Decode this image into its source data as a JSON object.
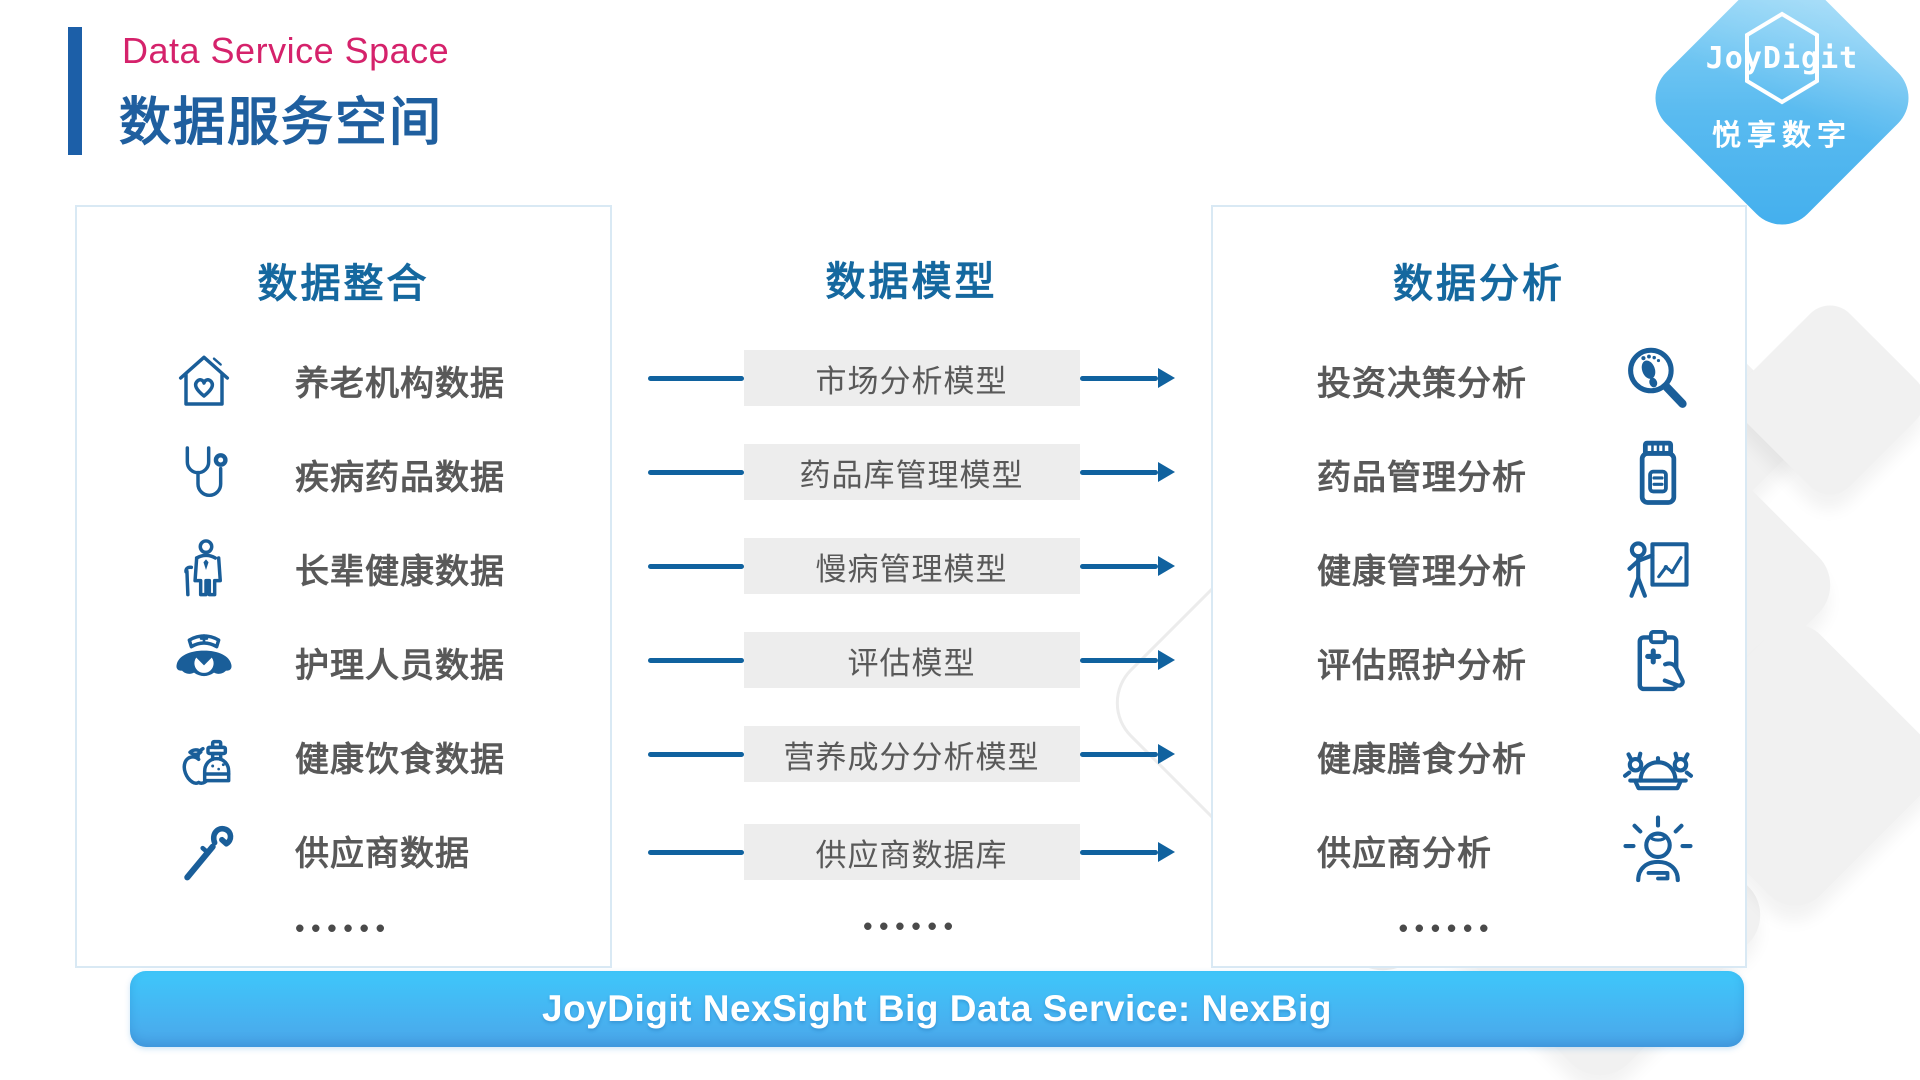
{
  "header": {
    "subtitle": "Data Service Space",
    "title": "数据服务空间"
  },
  "logo": {
    "brand": "JoyDigit",
    "brand_cn": "悦享数字"
  },
  "columns": {
    "integration": {
      "title": "数据整合",
      "ellipsis": "••••••",
      "items": [
        {
          "label": "养老机构数据",
          "icon": "house-heart-icon"
        },
        {
          "label": "疾病药品数据",
          "icon": "stethoscope-icon"
        },
        {
          "label": "长辈健康数据",
          "icon": "elder-person-icon"
        },
        {
          "label": "护理人员数据",
          "icon": "nurse-icon"
        },
        {
          "label": "健康饮食数据",
          "icon": "healthy-food-icon"
        },
        {
          "label": "供应商数据",
          "icon": "wrench-icon"
        }
      ]
    },
    "models": {
      "title": "数据模型",
      "ellipsis": "••••••",
      "items": [
        {
          "label": "市场分析模型"
        },
        {
          "label": "药品库管理模型"
        },
        {
          "label": "慢病管理模型"
        },
        {
          "label": "评估模型"
        },
        {
          "label": "营养成分分析模型"
        },
        {
          "label": "供应商数据库"
        }
      ]
    },
    "analysis": {
      "title": "数据分析",
      "ellipsis": "••••••",
      "items": [
        {
          "label": "投资决策分析",
          "icon": "footprint-magnifier-icon"
        },
        {
          "label": "药品管理分析",
          "icon": "medicine-bottle-icon"
        },
        {
          "label": "健康管理分析",
          "icon": "health-chart-person-icon"
        },
        {
          "label": "评估照护分析",
          "icon": "care-clipboard-icon"
        },
        {
          "label": "健康膳食分析",
          "icon": "healthy-meal-icon"
        },
        {
          "label": "供应商分析",
          "icon": "supplier-insight-icon"
        }
      ]
    }
  },
  "footer": {
    "banner": "JoyDigit NexSight Big Data Service: NexBig"
  },
  "colors": {
    "accent_pink": "#D5226B",
    "title_blue": "#1F5F9F",
    "header_blue": "#15689F",
    "icon_blue": "#1A5E99",
    "line_blue": "#10629F",
    "item_gray": "#595959",
    "box_gray": "#EDEDED",
    "panel_border": "#D9E9F4",
    "banner_top": "#3EC7FA",
    "banner_bottom": "#4BA6E9",
    "logo_blue": "#55BBF0"
  }
}
